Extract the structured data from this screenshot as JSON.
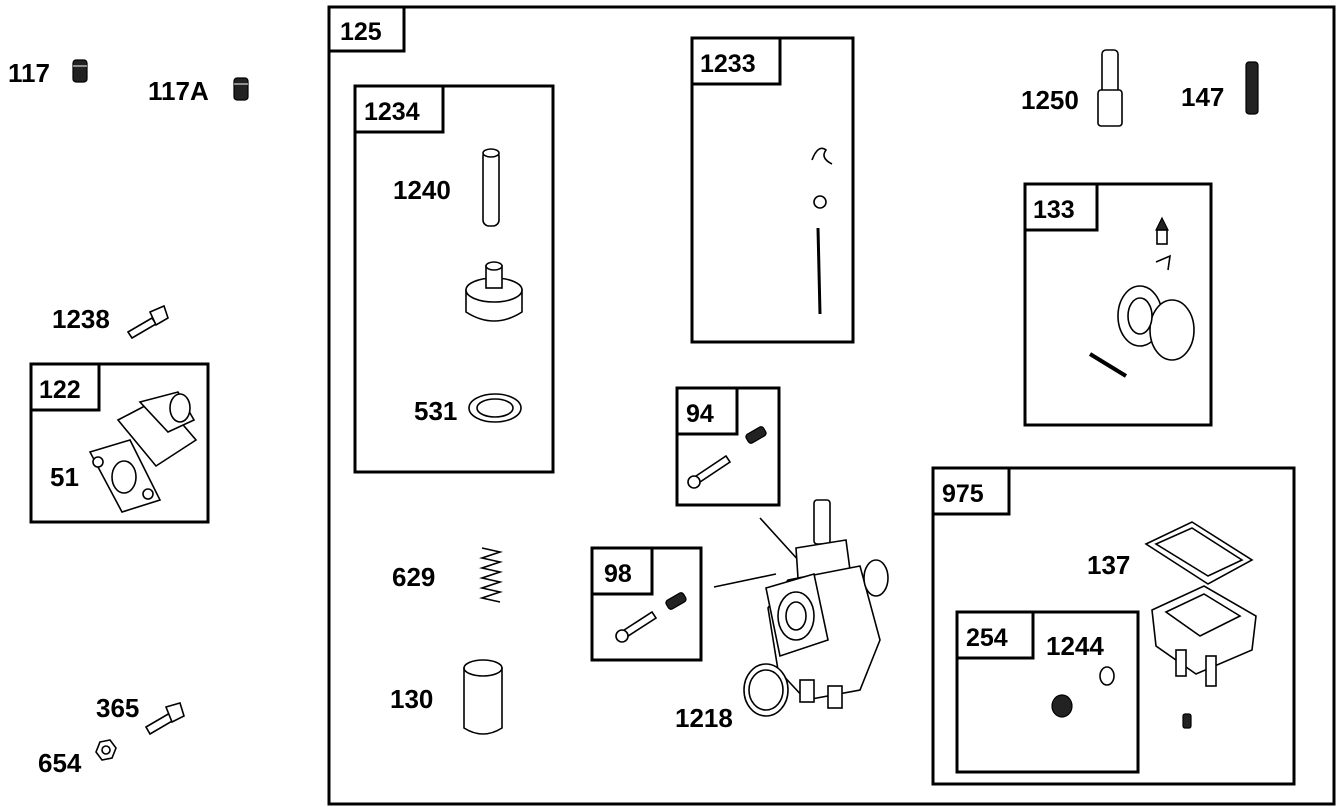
{
  "labels": {
    "p117": "117",
    "p117a": "117A",
    "p1238": "1238",
    "p122": "122",
    "p51": "51",
    "p365": "365",
    "p654": "654",
    "p125": "125",
    "p1234": "1234",
    "p1240": "1240",
    "p531": "531",
    "p1233": "1233",
    "p1250": "1250",
    "p147": "147",
    "p133": "133",
    "p94": "94",
    "p98": "98",
    "p629": "629",
    "p130": "130",
    "p1218": "1218",
    "p975": "975",
    "p137": "137",
    "p254": "254",
    "p1244": "1244"
  },
  "colors": {
    "ink": "#000000",
    "paper": "#ffffff"
  }
}
